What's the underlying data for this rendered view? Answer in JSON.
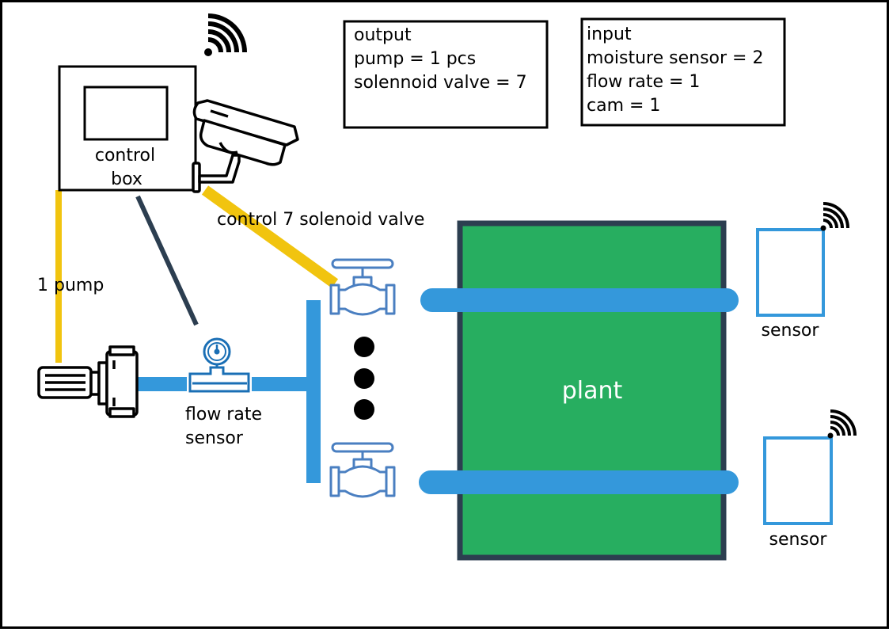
{
  "output_box": {
    "title": "output",
    "lines": [
      "pump = 1 pcs",
      "solennoid valve = 7"
    ]
  },
  "input_box": {
    "title": "input",
    "lines": [
      "moisture sensor = 2",
      "flow rate = 1",
      "cam = 1"
    ]
  },
  "control_box": {
    "label_line1": "control",
    "label_line2": "box"
  },
  "labels": {
    "pump": "1 pump",
    "valve_control": "control 7 solenoid valve",
    "flow_line1": "flow rate",
    "flow_line2": "sensor",
    "plant": "plant",
    "sensor_top": "sensor",
    "sensor_bottom": "sensor"
  },
  "colors": {
    "pipe": "#3498db",
    "signal_wire": "#f1c40f",
    "data_wire": "#2c3e50",
    "plant_fill": "#27ae60",
    "plant_border": "#2c3e50",
    "valve": "#4a7fc1",
    "flow_sensor": "#1a6fb5"
  },
  "icons": {
    "wifi": "wifi-icon",
    "camera": "security-camera-icon",
    "pump": "pump-motor-icon",
    "gauge": "flow-gauge-icon",
    "valve": "valve-icon"
  }
}
